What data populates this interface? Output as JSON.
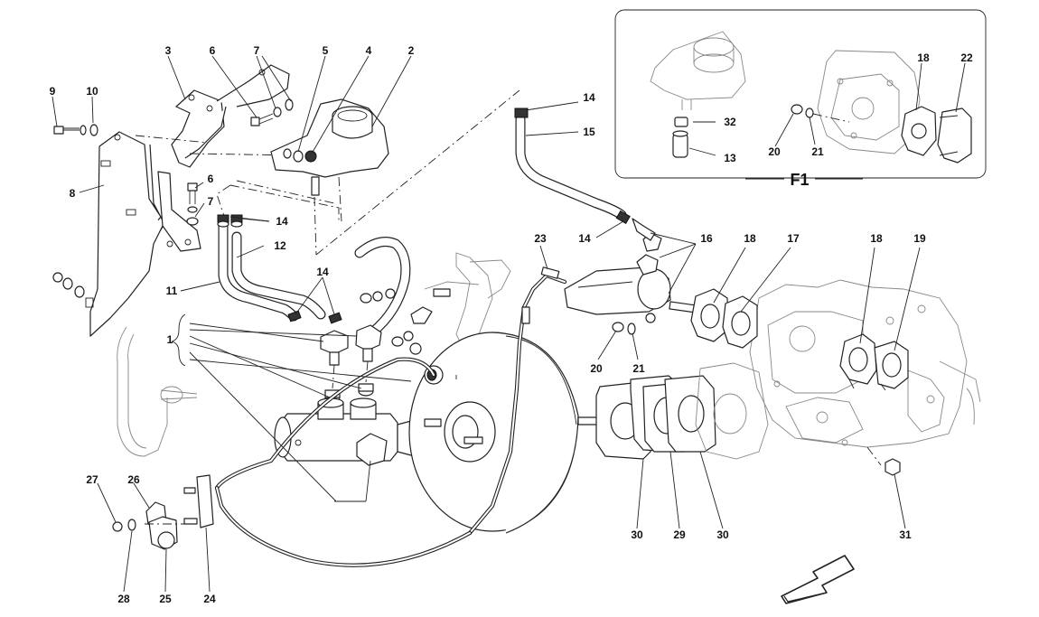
{
  "diagram": {
    "inset": {
      "title": "F1"
    },
    "callouts": {
      "c1": "1",
      "c2": "2",
      "c3": "3",
      "c4": "4",
      "c5": "5",
      "c6a": "6",
      "c6b": "6",
      "c7a": "7",
      "c7b": "7",
      "c8": "8",
      "c9": "9",
      "c10": "10",
      "c11": "11",
      "c12": "12",
      "c13": "13",
      "c14a": "14",
      "c14b": "14",
      "c14c": "14",
      "c14d": "14",
      "c15": "15",
      "c16": "16",
      "c17": "17",
      "c18a": "18",
      "c18b": "18",
      "c18c": "18",
      "c19": "19",
      "c20a": "20",
      "c20b": "20",
      "c21a": "21",
      "c21b": "21",
      "c22": "22",
      "c23": "23",
      "c24": "24",
      "c25": "25",
      "c26": "26",
      "c27": "27",
      "c28": "28",
      "c29": "29",
      "c30a": "30",
      "c30b": "30",
      "c31": "31",
      "c32": "32"
    },
    "direction_arrow": "front-direction-arrow"
  }
}
